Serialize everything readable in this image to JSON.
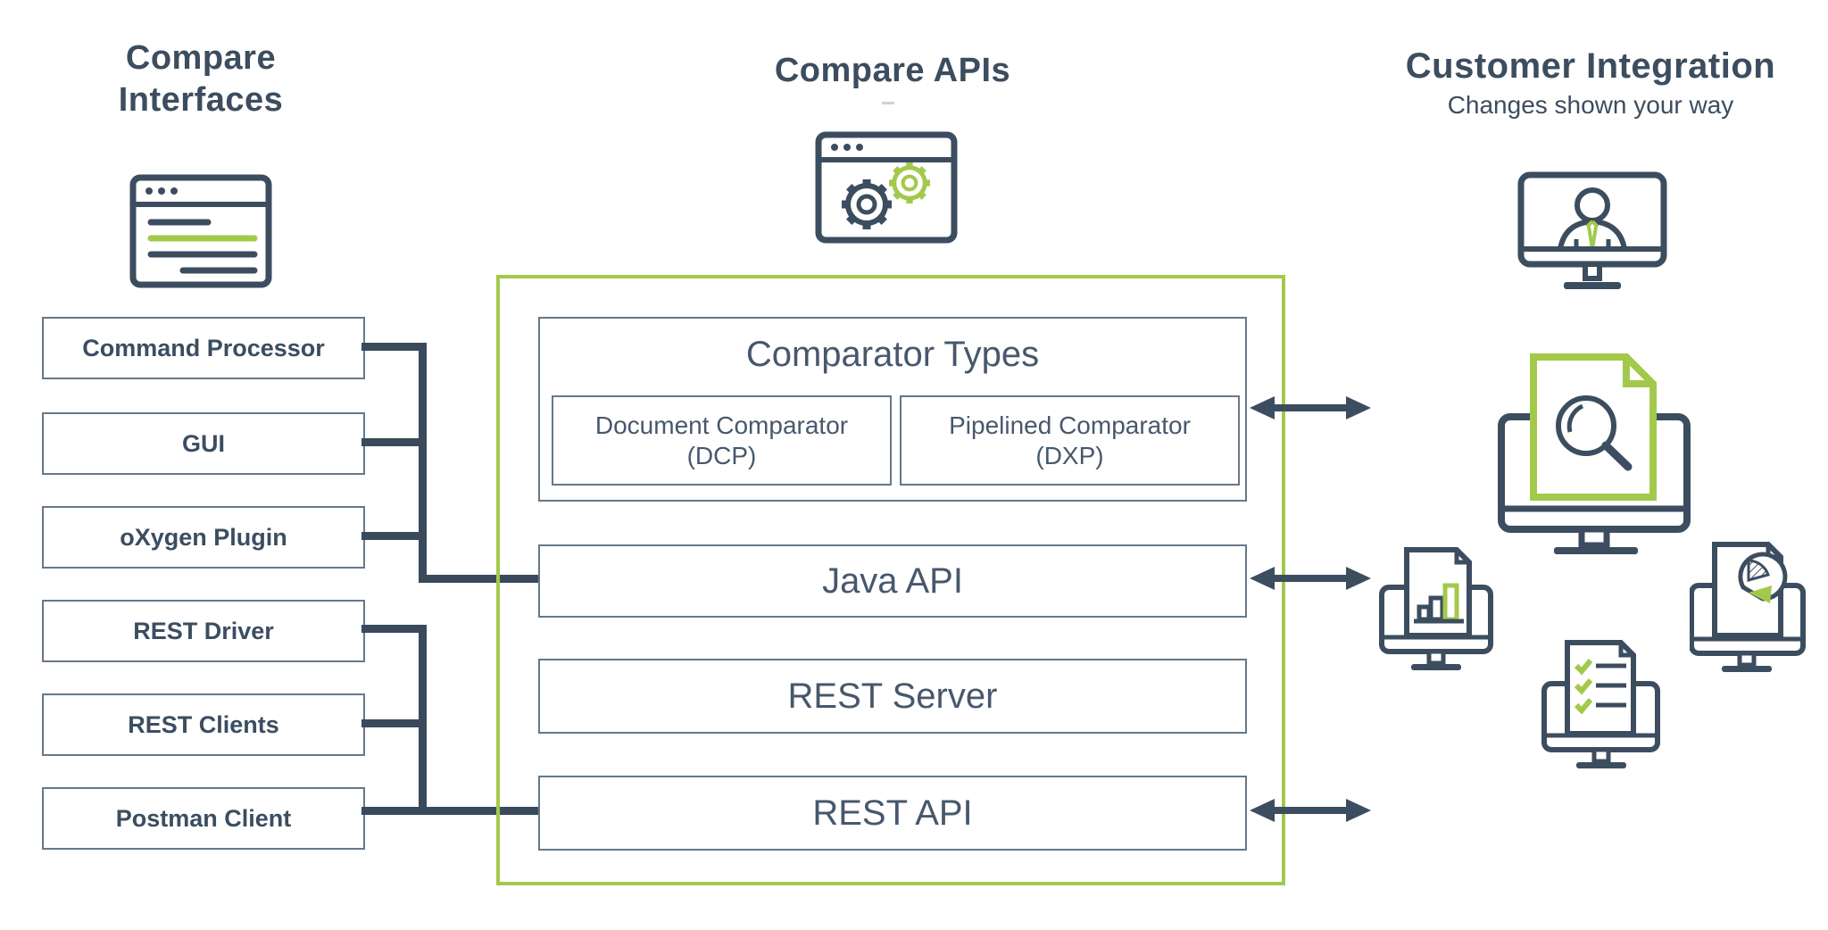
{
  "colors": {
    "navy": "#3c4d5f",
    "green": "#a3c94c",
    "box_border": "#66788a",
    "text": "#47586c"
  },
  "left_column": {
    "title_line1": "Compare",
    "title_line2": "Interfaces",
    "icon": "browser-window-icon",
    "items": [
      "Command Processor",
      "GUI",
      "oXygen Plugin",
      "REST Driver",
      "REST Clients",
      "Postman Client"
    ]
  },
  "center_column": {
    "title": "Compare APIs",
    "icon": "browser-gears-icon",
    "comparator_types": {
      "title": "Comparator Types",
      "items": [
        {
          "name": "Document Comparator",
          "abbr": "(DCP)"
        },
        {
          "name": "Pipelined Comparator",
          "abbr": "(DXP)"
        }
      ]
    },
    "layers": [
      "Java API",
      "REST Server",
      "REST API"
    ]
  },
  "right_column": {
    "title": "Customer Integration",
    "subtitle": "Changes shown your way",
    "icons": [
      "monitor-person-icon",
      "monitor-document-search-icon",
      "monitor-bar-chart-icon",
      "monitor-checklist-icon",
      "monitor-pie-chart-icon"
    ]
  }
}
